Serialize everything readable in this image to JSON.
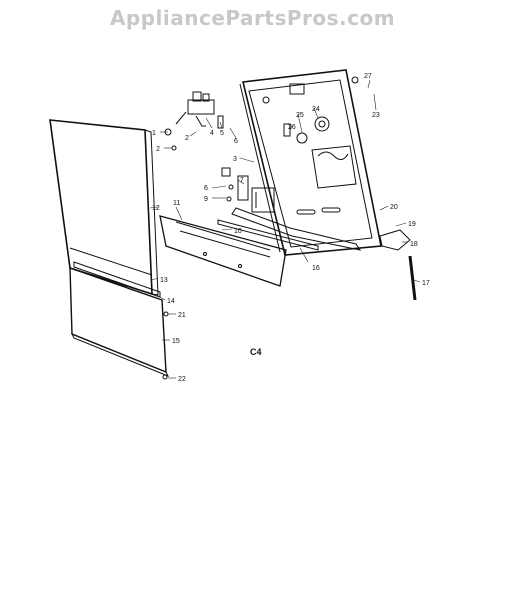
{
  "watermark": "AppliancePartsPros.com",
  "diagram_code": "C4",
  "callouts": [
    {
      "id": "c1",
      "text": "1"
    },
    {
      "id": "c2a",
      "text": "2"
    },
    {
      "id": "c2b",
      "text": "2"
    },
    {
      "id": "c3",
      "text": "3"
    },
    {
      "id": "c4",
      "text": "4"
    },
    {
      "id": "c5",
      "text": "5"
    },
    {
      "id": "c6a",
      "text": "6"
    },
    {
      "id": "c6b",
      "text": "6"
    },
    {
      "id": "c7",
      "text": "7"
    },
    {
      "id": "c9",
      "text": "9"
    },
    {
      "id": "c10",
      "text": "10"
    },
    {
      "id": "c11",
      "text": "11"
    },
    {
      "id": "c12",
      "text": "12"
    },
    {
      "id": "c13",
      "text": "13"
    },
    {
      "id": "c14",
      "text": "14"
    },
    {
      "id": "c15",
      "text": "15"
    },
    {
      "id": "c16",
      "text": "16"
    },
    {
      "id": "c17",
      "text": "17"
    },
    {
      "id": "c18",
      "text": "18"
    },
    {
      "id": "c19",
      "text": "19"
    },
    {
      "id": "c20",
      "text": "20"
    },
    {
      "id": "c21",
      "text": "21"
    },
    {
      "id": "c22",
      "text": "22"
    },
    {
      "id": "c23",
      "text": "23"
    },
    {
      "id": "c24",
      "text": "24"
    },
    {
      "id": "c25",
      "text": "25"
    },
    {
      "id": "c26",
      "text": "26"
    },
    {
      "id": "c27",
      "text": "27"
    }
  ]
}
